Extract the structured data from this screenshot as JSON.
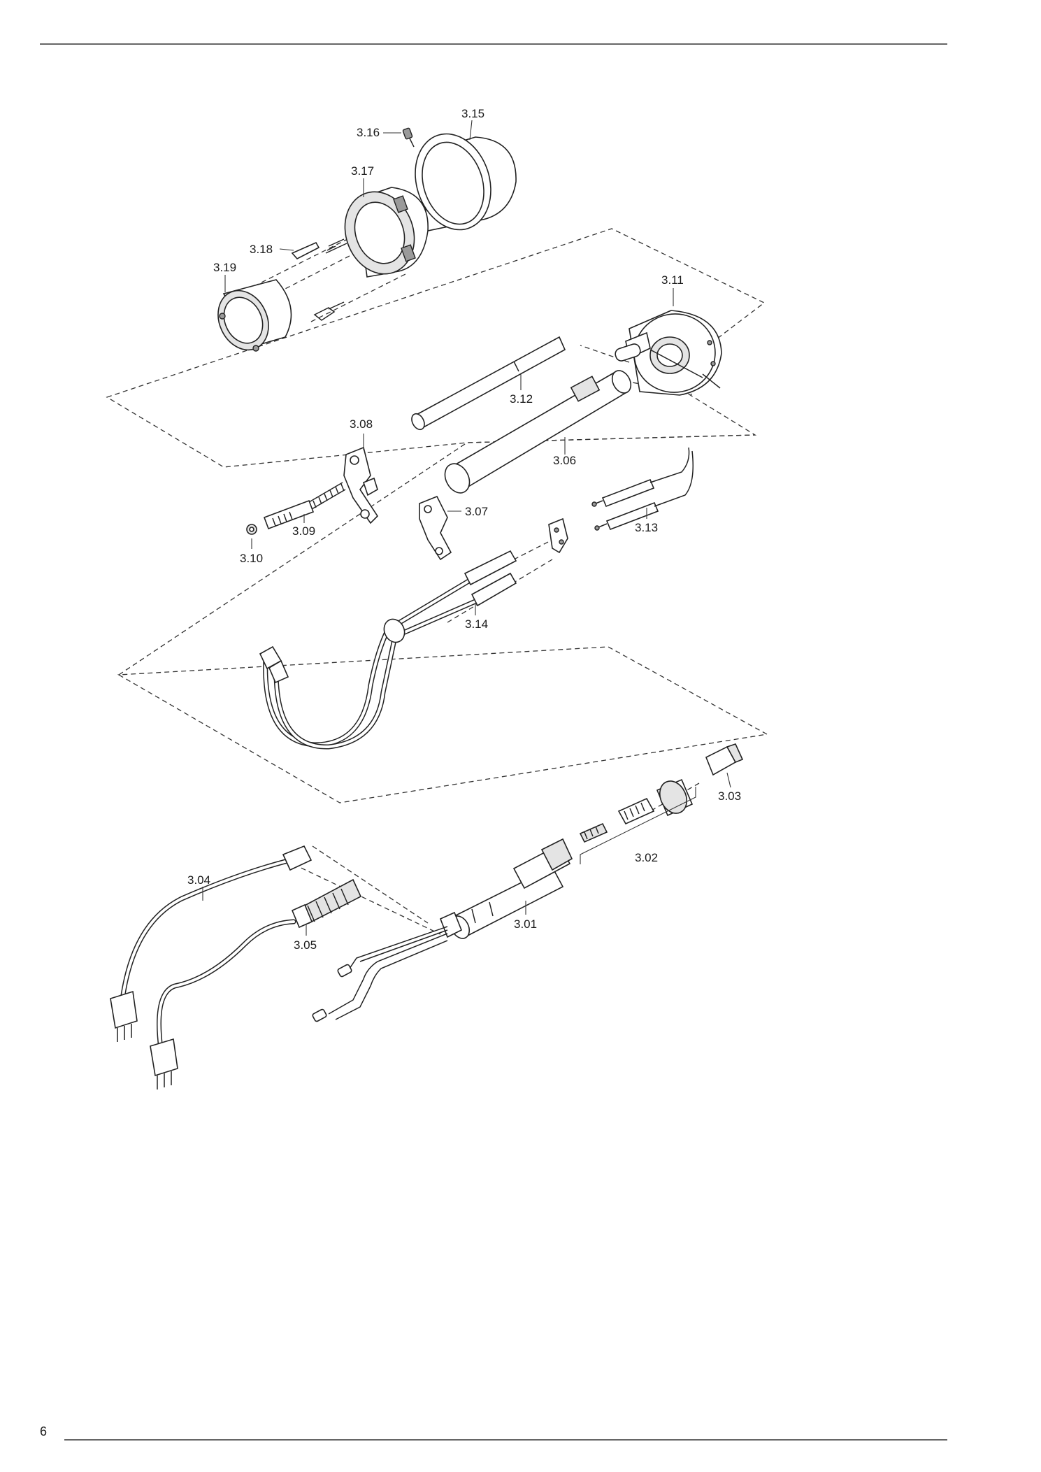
{
  "page": {
    "number": "6"
  },
  "callouts": {
    "c301": "3.01",
    "c302": "3.02",
    "c303": "3.03",
    "c304": "3.04",
    "c305": "3.05",
    "c306": "3.06",
    "c307": "3.07",
    "c308": "3.08",
    "c309": "3.09",
    "c310": "3.10",
    "c311": "3.11",
    "c312": "3.12",
    "c313": "3.13",
    "c314": "3.14",
    "c315": "3.15",
    "c316": "3.16",
    "c317": "3.17",
    "c318": "3.18",
    "c319": "3.19"
  }
}
